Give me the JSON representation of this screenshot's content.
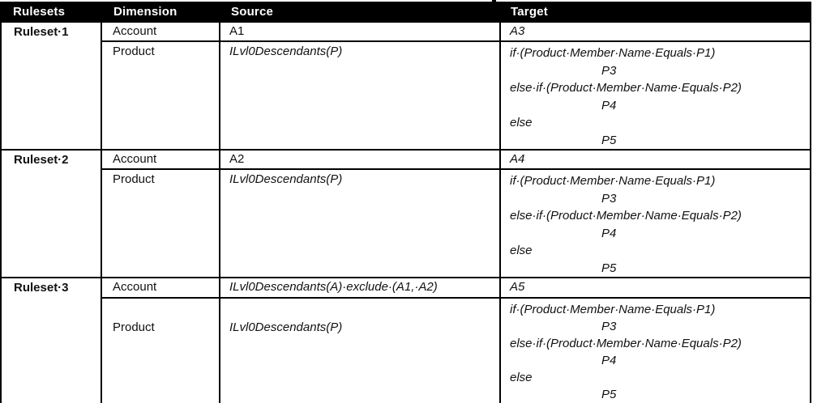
{
  "colors": {
    "header_bg": "#000000",
    "header_text": "#ffffff",
    "body_text": "#111111",
    "border": "#000000"
  },
  "header": {
    "rulesets": "Rulesets",
    "dimension": "Dimension",
    "source": "Source",
    "target": "Target"
  },
  "rulesets": [
    {
      "name": "Ruleset·1",
      "account": {
        "dimension": "Account",
        "source": "A1",
        "target": "A3"
      },
      "product": {
        "dimension": "Product",
        "source": "ILvl0Descendants(P)",
        "target_lines": [
          "if·(Product·Member·Name·Equals·P1)",
          "P3",
          "else·if·(Product·Member·Name·Equals·P2)",
          "P4",
          "else",
          "P5"
        ]
      }
    },
    {
      "name": "Ruleset·2",
      "account": {
        "dimension": "Account",
        "source": "A2",
        "target": "A4"
      },
      "product": {
        "dimension": "Product",
        "source": "ILvl0Descendants(P)",
        "target_lines": [
          "if·(Product·Member·Name·Equals·P1)",
          "P3",
          "else·if·(Product·Member·Name·Equals·P2)",
          "P4",
          "else",
          "P5"
        ]
      }
    },
    {
      "name": "Ruleset·3",
      "account": {
        "dimension": "Account",
        "source": "ILvl0Descendants(A)·exclude·(A1,·A2)",
        "target": "A5"
      },
      "product": {
        "dimension": "Product",
        "source": "ILvl0Descendants(P)",
        "target_lines": [
          "if·(Product·Member·Name·Equals·P1)",
          "P3",
          "else·if·(Product·Member·Name·Equals·P2)",
          "P4",
          "else",
          "P5"
        ]
      }
    }
  ]
}
